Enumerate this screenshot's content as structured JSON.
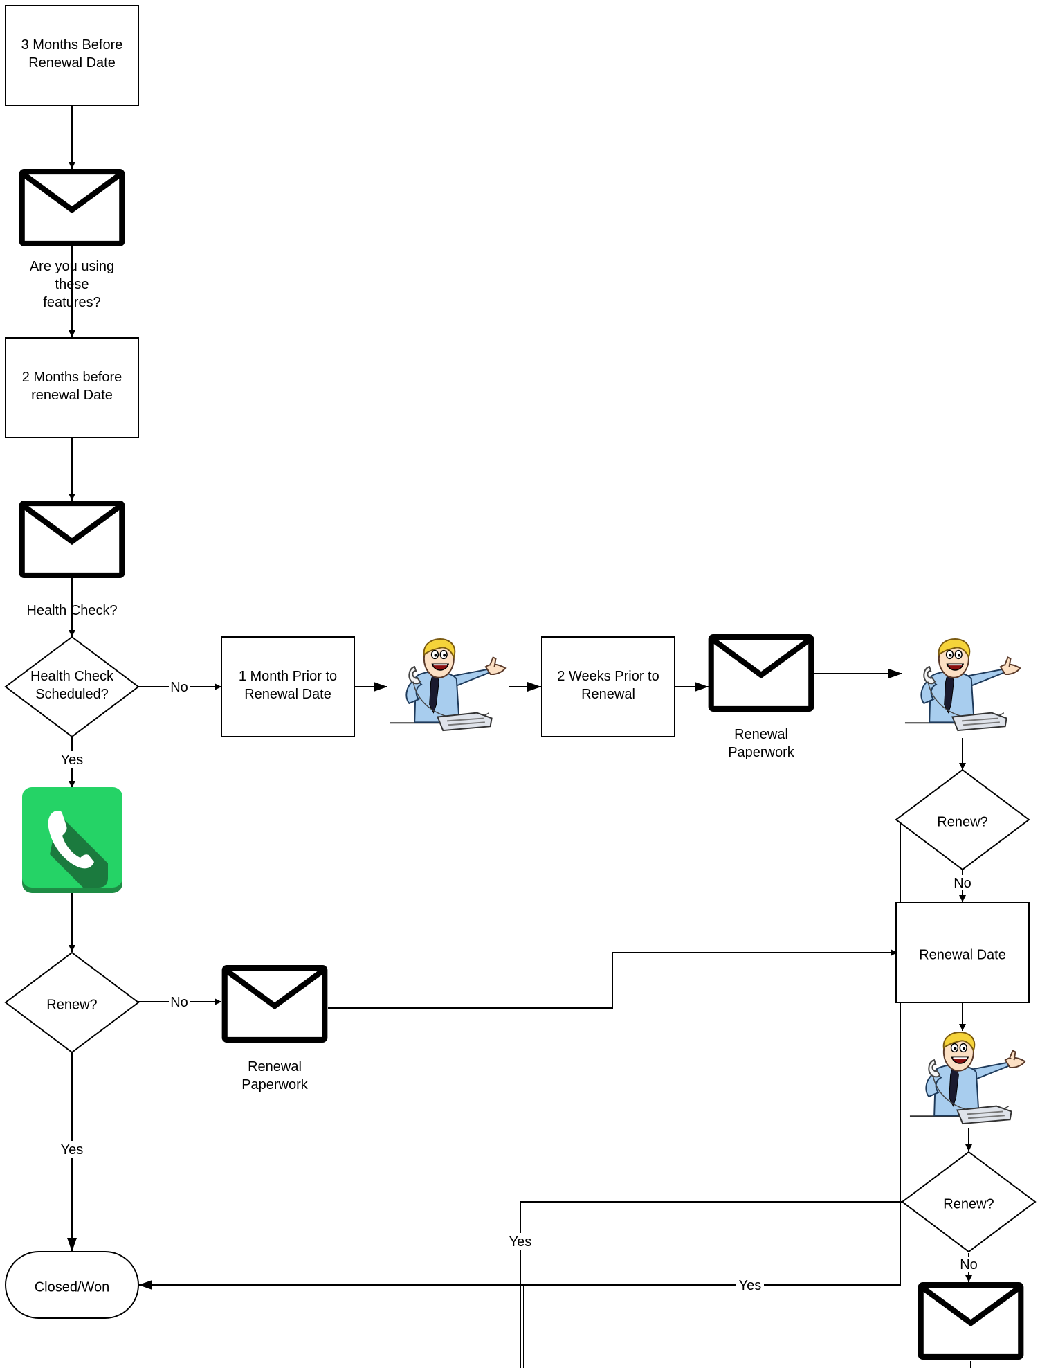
{
  "nodes": {
    "three_months": {
      "line1": "3 Months Before",
      "line2": "Renewal Date"
    },
    "email_features": {
      "line1": "Are you using",
      "line2": "these",
      "line3": "features?"
    },
    "two_months": {
      "line1": "2 Months before",
      "line2": "renewal Date"
    },
    "email_health": {
      "line1": "Health Check?"
    },
    "health_decision": {
      "line1": "Health Check",
      "line2": "Scheduled?"
    },
    "one_month": {
      "line1": "1 Month Prior to",
      "line2": "Renewal Date"
    },
    "two_weeks": {
      "line1": "2 Weeks Prior to",
      "line2": "Renewal"
    },
    "email_paperwork_top": {
      "line1": "Renewal",
      "line2": "Paperwork"
    },
    "renew_right_1": {
      "line1": "Renew?"
    },
    "renewal_date": {
      "line1": "Renewal Date"
    },
    "renew_right_2": {
      "line1": "Renew?"
    },
    "renew_left": {
      "line1": "Renew?"
    },
    "email_paperwork_mid": {
      "line1": "Renewal",
      "line2": "Paperwork"
    },
    "closed_won": {
      "line1": "Closed/Won"
    }
  },
  "edge_labels": {
    "health_no": "No",
    "health_yes": "Yes",
    "renew_left_no": "No",
    "renew_left_yes": "Yes",
    "renew_right1_no": "No",
    "renew_right2_yes": "Yes",
    "renew_right2_no": "No",
    "renew_right1_yes": "Yes"
  },
  "icons": [
    "envelope-icon",
    "phone-app-icon",
    "salesman-on-phone-icon"
  ],
  "colors": {
    "stroke": "#000000",
    "phone_green": "#25D366",
    "phone_shadow": "#1B7A3E",
    "shirt_blue": "#A8CDEE",
    "hair_yellow": "#F5D33A",
    "skin": "#FCE0C4"
  }
}
